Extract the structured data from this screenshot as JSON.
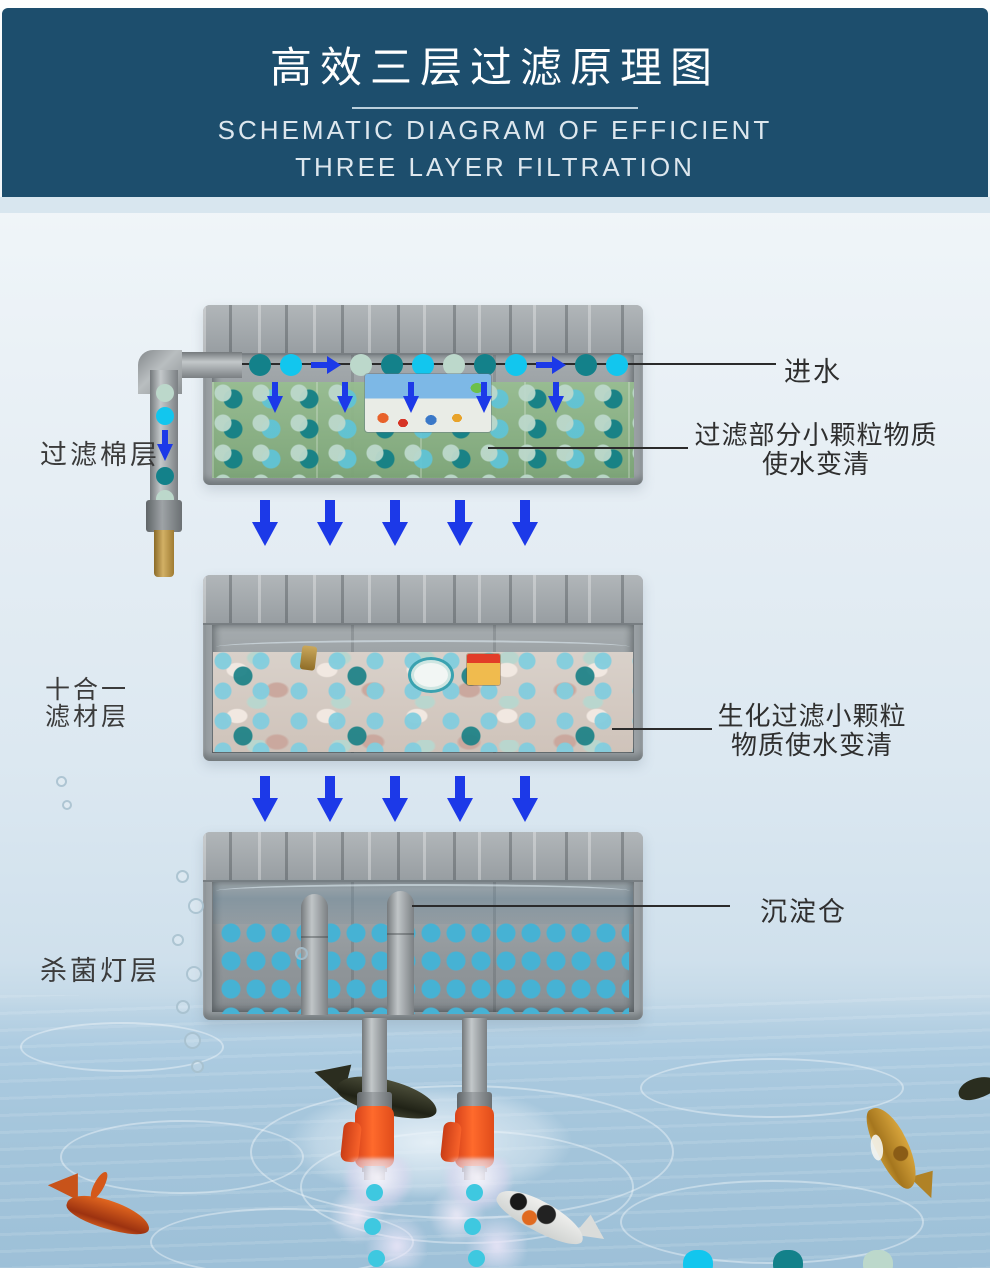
{
  "header": {
    "title": "高效三层过滤原理图",
    "subtitle_line1": "SCHEMATIC DIAGRAM OF EFFICIENT",
    "subtitle_line2": "THREE LAYER FILTRATION",
    "background_color": "#1d4e6d"
  },
  "layer_labels": {
    "layer1": "过滤棉层",
    "layer2_line1": "十合一",
    "layer2_line2": "滤材层",
    "layer3": "杀菌灯层"
  },
  "annotations": {
    "inlet": "进水",
    "cotton_line1": "过滤部分小颗粒物质",
    "cotton_line2": "使水变清",
    "bio_line1": "生化过滤小颗粒",
    "bio_line2": "物质使水变清",
    "sediment": "沉淀仓"
  },
  "colors": {
    "arrow_blue": "#1c39e8",
    "dot_cyan": "#12c6ee",
    "dot_teal": "#13818a",
    "dot_pale": "#bcd8cb",
    "dot_sky": "#46b2d4",
    "valve_orange": "#ff5a1e",
    "crate_gray": "#9aa0a4",
    "water_blue": "#a6c6dc"
  }
}
